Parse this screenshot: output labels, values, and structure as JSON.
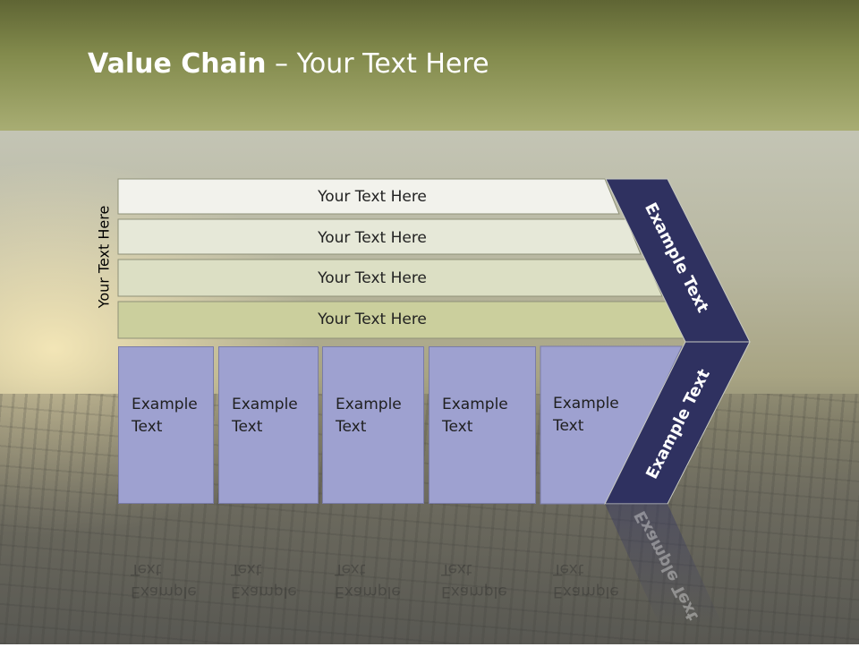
{
  "title": {
    "bold": "Value Chain",
    "rest": " – Your Text Here"
  },
  "side_label": "Your Text Here",
  "bars": [
    "Your Text Here",
    "Your Text Here",
    "Your Text Here",
    "Your Text Here"
  ],
  "boxes": [
    {
      "line1": "Example",
      "line2": "Text"
    },
    {
      "line1": "Example",
      "line2": "Text"
    },
    {
      "line1": "Example",
      "line2": "Text"
    },
    {
      "line1": "Example",
      "line2": "Text"
    },
    {
      "line1": "Example",
      "line2": "Text"
    }
  ],
  "chevron": {
    "upper": "Example Text",
    "lower": "Example Text",
    "color": "#2f3160"
  },
  "colors": {
    "header": "#828a4c",
    "box": "#9ea1d0"
  }
}
